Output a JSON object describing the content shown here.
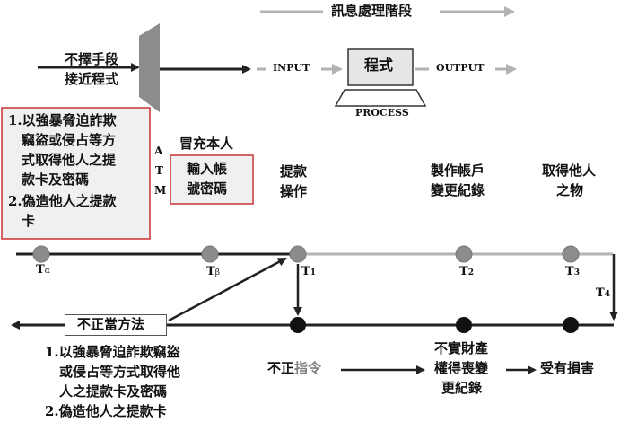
{
  "header": {
    "stage_label": "訊息處理階段",
    "input_label": "INPUT",
    "output_label": "OUTPUT",
    "program_label": "程式",
    "process_label": "PROCESS"
  },
  "left_intro": {
    "line1": "不擇手段",
    "line2": "接近程式"
  },
  "methods_box": {
    "line1": "1.以強暴脅迫詐欺",
    "line2": "竊盜或侵占等方",
    "line3": "式取得他人之提",
    "line4": "款卡及密碼",
    "line5": "2.偽造他人之提款",
    "line6": "卡"
  },
  "atm": {
    "a": "A",
    "t": "T",
    "m": "M"
  },
  "impersonate": {
    "title": "冒充本人",
    "box_line1": "輸入帳",
    "box_line2": "號密碼"
  },
  "upper_steps": {
    "withdraw_line1": "提款",
    "withdraw_line2": "操作",
    "record_line1": "製作帳戶",
    "record_line2": "變更紀錄",
    "obtain_line1": "取得他人",
    "obtain_line2": "之物"
  },
  "time_labels": {
    "t_alpha": "T",
    "t_alpha_sub": "α",
    "t_beta": "T",
    "t_beta_sub": "β",
    "t1": "T",
    "t1_sub": "1",
    "t2": "T",
    "t2_sub": "2",
    "t3": "T",
    "t3_sub": "3",
    "t4": "T",
    "t4_sub": "4"
  },
  "improper_method": "不正當方法",
  "lower_methods": {
    "line1": "1.以強暴脅迫詐欺竊盜",
    "line2": "或侵占等方式取得他",
    "line3": "人之提款卡及密碼",
    "line4": "2.偽造他人之提款卡"
  },
  "lower_steps": {
    "improper_prefix": "不正",
    "improper_suffix": "指令",
    "false_line1": "不實財產",
    "false_line2": "權得喪變",
    "false_line3": "更紀錄",
    "benefit": "受有損害"
  },
  "colors": {
    "gray_arrow": "#b3b3b3",
    "dark": "#222222",
    "node_gray": "#8c8c8c",
    "red_border": "#cc3333",
    "box_fill": "#f0f0f0",
    "command_gray": "#808080"
  }
}
